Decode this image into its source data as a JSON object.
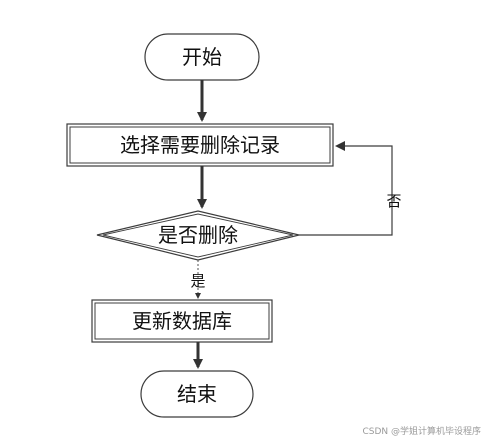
{
  "flowchart": {
    "start": "开始",
    "select": "选择需要删除记录",
    "decision": "是否删除",
    "yes_label": "是",
    "no_label": "否",
    "update": "更新数据库",
    "end": "结束"
  },
  "watermark": "CSDN @学姐计算机毕设程序",
  "colors": {
    "stroke": "#3c3c3c",
    "arrow": "#333333",
    "fill": "#ffffff"
  }
}
